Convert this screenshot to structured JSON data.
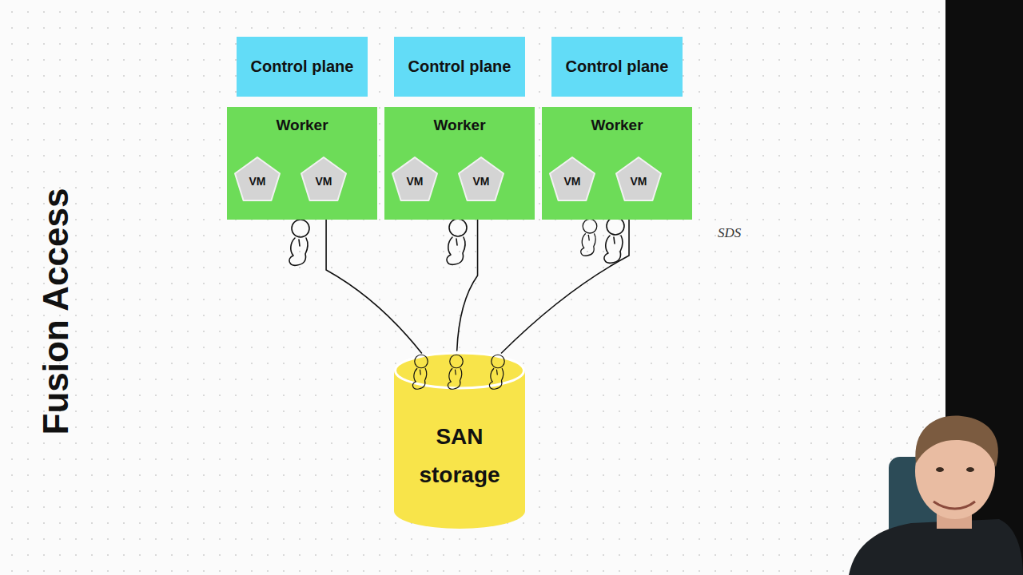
{
  "diagram": {
    "title": "Fusion Access",
    "nodes": [
      {
        "text": [
          "Control plane"
        ]
      },
      {
        "text": [
          "Worker"
        ]
      },
      {
        "text": [
          "VM"
        ],
        "in": 1
      },
      {
        "text": [
          "VM"
        ],
        "in": 1
      },
      {
        "text": [
          "Control plane"
        ]
      },
      {
        "text": [
          "Worker"
        ]
      },
      {
        "text": [
          "VM"
        ],
        "in": 5
      },
      {
        "text": [
          "VM"
        ],
        "in": 5
      },
      {
        "text": [
          "Control plane"
        ]
      },
      {
        "text": [
          "Worker"
        ]
      },
      {
        "text": [
          "VM"
        ],
        "in": 9
      },
      {
        "text": [
          "VM"
        ],
        "in": 9
      },
      {
        "text": [
          "SAN storage"
        ]
      }
    ],
    "edges": [
      {
        "from": 1,
        "to": 12,
        "arrow": "none"
      },
      {
        "from": 5,
        "to": 12,
        "arrow": "none"
      },
      {
        "from": 9,
        "to": 12,
        "arrow": "none"
      }
    ],
    "labels": [
      "SDS"
    ]
  }
}
